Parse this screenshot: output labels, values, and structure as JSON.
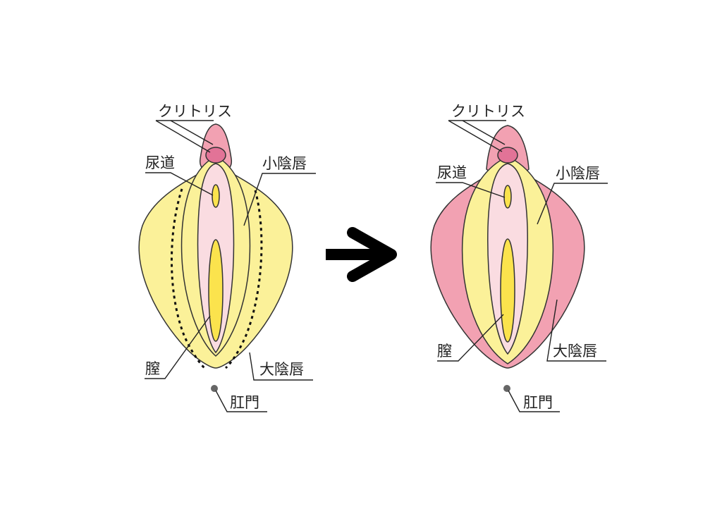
{
  "colors": {
    "labia_majora_before": "#FBF199",
    "labia_majora_after": "#F2A1B2",
    "labia_minora": "#FBF199",
    "vestibule": "#FADCE1",
    "vagina": "#FBE34D",
    "clitoral_hood": "#F2A1B2",
    "clitoris": "#E27397",
    "urethra": "#FBE34D",
    "anus": "#666666",
    "arrow": "#000000"
  },
  "left_diagram": {
    "labels": {
      "clitoris": "クリトリス",
      "urethra": "尿道",
      "labia_minora": "小陰唇",
      "vagina": "膣",
      "labia_majora": "大陰唇",
      "anus": "肛門"
    }
  },
  "right_diagram": {
    "labels": {
      "clitoris": "クリトリス",
      "urethra": "尿道",
      "labia_minora": "小陰唇",
      "vagina": "膣",
      "labia_majora": "大陰唇",
      "anus": "肛門"
    }
  },
  "arrow": {
    "icon": "right-arrow-icon"
  }
}
